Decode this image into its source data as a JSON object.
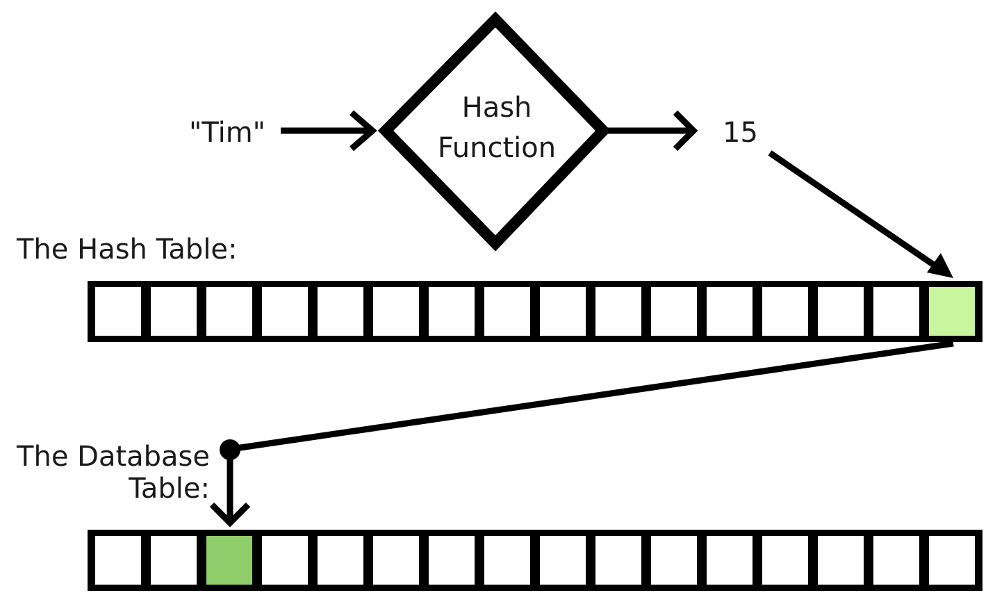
{
  "input": "\"Tim\"",
  "function_label": [
    "Hash",
    "Function"
  ],
  "output": "15",
  "hash_table": {
    "title": "The Hash Table:",
    "cells": 16,
    "highlighted_index": 15,
    "highlight_color": "#c8f59e"
  },
  "database_table": {
    "title": [
      "The Database",
      "Table:"
    ],
    "cells": 16,
    "highlighted_index": 2,
    "highlight_color": "#8fce6a"
  }
}
